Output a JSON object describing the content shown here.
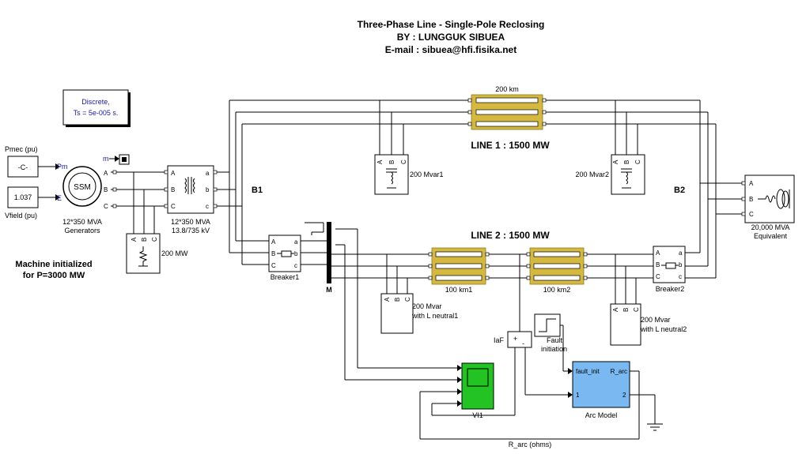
{
  "title": {
    "line1": "Three-Phase Line - Single-Pole Reclosing",
    "line2": "BY : LUNGGUK SIBUEA",
    "line3": "E-mail : sibuea@hfi.fisika.net"
  },
  "powergui": {
    "line1": "Discrete,",
    "line2": "Ts = 5e-005 s."
  },
  "inputs": {
    "pmec_label": "Pmec (pu)",
    "pmec_value": "-C-",
    "vfield_label": "Vfield (pu)",
    "vfield_value": "1.037"
  },
  "generator": {
    "name": "SSM",
    "label1": "12*350 MVA",
    "label2": "Generators",
    "port_pm": "Pm",
    "port_e": "E",
    "port_m": "m"
  },
  "transformer": {
    "label1": "12*350 MVA",
    "label2": "13.8/735 kV"
  },
  "load_200mw": {
    "label": "200 MW"
  },
  "note": {
    "line1": "Machine initialized",
    "line2": "for P=3000 MW"
  },
  "buses": {
    "b1": "B1",
    "b2": "B2",
    "m": "M"
  },
  "line1": {
    "length": "200  km",
    "title": "LINE 1 : 1500 MW"
  },
  "line2": {
    "title": "LINE 2 : 1500 MW",
    "seg1": "100  km1",
    "seg2": "100  km2"
  },
  "shunts": {
    "mvar1": "200 Mvar1",
    "mvar2": "200 Mvar2",
    "neutral1_a": "200 Mvar",
    "neutral1_b": "with L neutral1",
    "neutral2_a": "200 Mvar",
    "neutral2_b": "with L neutral2"
  },
  "breakers": {
    "b1": "Breaker1",
    "b2": "Breaker2"
  },
  "equivalent": {
    "label1": "20,000 MVA",
    "label2": "Equivalent"
  },
  "measure": {
    "iaf": "IaF",
    "plus": "+",
    "minus": "-"
  },
  "fault": {
    "line1": "Fault",
    "line2": "initiation"
  },
  "arc_model": {
    "name": "Arc  Model",
    "in1": "fault_init",
    "out1": "R_arc",
    "port1": "1",
    "port2": "2"
  },
  "scope": {
    "name": "VI1"
  },
  "feedback_label": "R_arc (ohms)",
  "port_letters": {
    "a": "A",
    "b": "B",
    "c": "C",
    "la": "a",
    "lb": "b",
    "lc": "c"
  },
  "colors": {
    "line_block": "#d4b840",
    "arc_block": "#79b8f0",
    "scope": "#22c322",
    "text_blue": "#1a1aa8"
  }
}
